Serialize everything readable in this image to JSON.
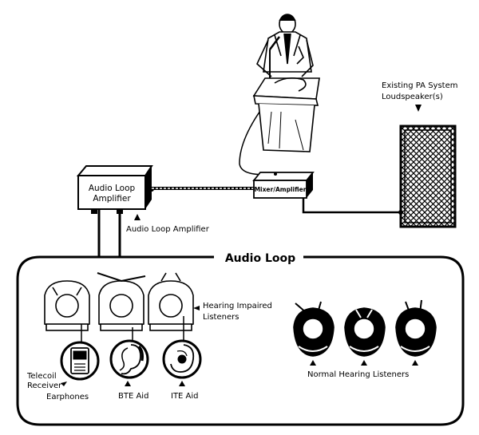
{
  "labels": {
    "pa_system_line1": "Existing PA System",
    "pa_system_line2": "Loudspeaker(s)",
    "mixer": "Mixer/Amplifier",
    "amp_box_line1": "Audio Loop",
    "amp_box_line2": "Amplifier",
    "amp_caption": "Audio Loop Amplifier",
    "loop_title": "Audio Loop",
    "hearing_impaired_line1": "Hearing Impaired",
    "hearing_impaired_line2": "Listeners",
    "telecoil_line1": "Telecoil",
    "telecoil_line2": "Receiver",
    "earphones": "Earphones",
    "bte": "BTE Aid",
    "ite": "ITE Aid",
    "normal_hearing": "Normal Hearing Listeners"
  },
  "icons": {
    "speaker": "loudspeaker-icon",
    "podium": "podium-speaker-icon",
    "mixer": "mixer-amplifier-icon",
    "amplifier": "audio-loop-amplifier-icon",
    "listener": "listener-top-view-icon",
    "telecoil": "telecoil-receiver-icon",
    "bte": "bte-hearing-aid-icon",
    "ite": "ite-hearing-aid-icon"
  }
}
